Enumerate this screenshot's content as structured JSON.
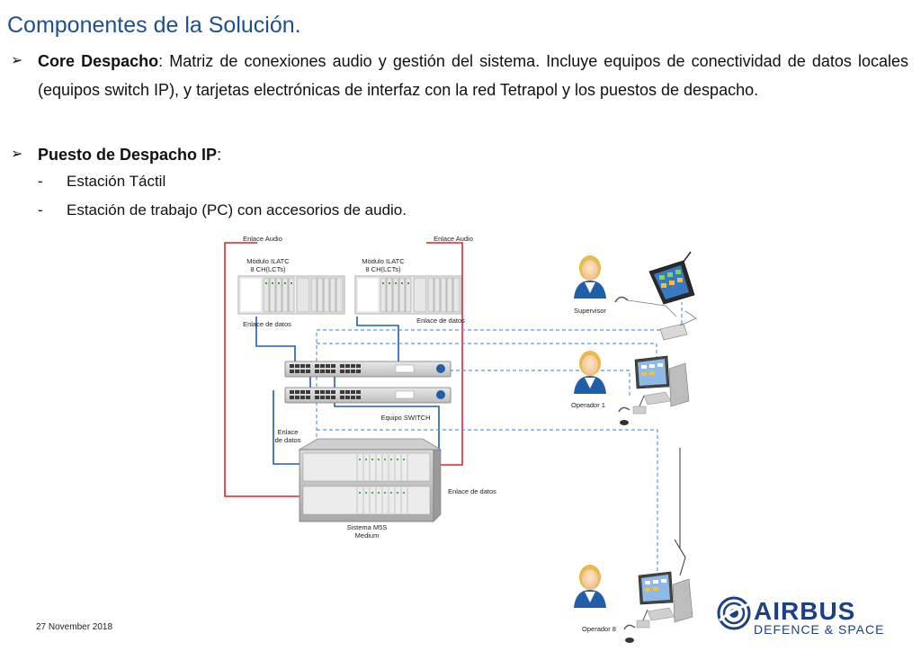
{
  "slide": {
    "title": "Componentes de la Solución.",
    "bullet1": {
      "bold": "Core Despacho",
      "text": ": Matriz de conexiones audio y gestión del sistema. Incluye equipos de conectividad de datos locales (equipos switch IP), y tarjetas electrónicas de interfaz con la red Tetrapol y los puestos de despacho."
    },
    "bullet2": {
      "bold": "Puesto de Despacho IP",
      "text": ":"
    },
    "subitems": [
      {
        "dash": "-",
        "text": "Estación Táctil"
      },
      {
        "dash": "-",
        "text": "Estación de trabajo (PC) con accesorios de audio."
      }
    ]
  },
  "diagram": {
    "labels": {
      "audio_link_left": "Enlace Audio",
      "audio_link_right": "Enlace Audio",
      "module_left_1": "Módulo ILATC",
      "module_left_2": "8 CH(LCTs)",
      "module_right_1": "Módulo ILATC",
      "module_right_2": "8 CH(LCTs)",
      "data_link_left": "Enlace de datos",
      "data_link_right": "Enlace de datos",
      "switch": "Equipo SWITCH",
      "data_link_rack_1": "Enlace",
      "data_link_rack_2": "de datos",
      "data_link_rack_right": "Enlace de datos",
      "system_1": "Sistema M5S",
      "system_2": "Medium",
      "supervisor": "Supervisor",
      "operator1": "Operador 1",
      "operator8": "Operador 8"
    },
    "colors": {
      "audio": "#e0242b",
      "data": "#1f5fa8",
      "dashed": "#5b9bd5"
    }
  },
  "footer": {
    "date": "27 November 2018",
    "logo_main": "AIRBUS",
    "logo_sub": "DEFENCE & SPACE"
  }
}
